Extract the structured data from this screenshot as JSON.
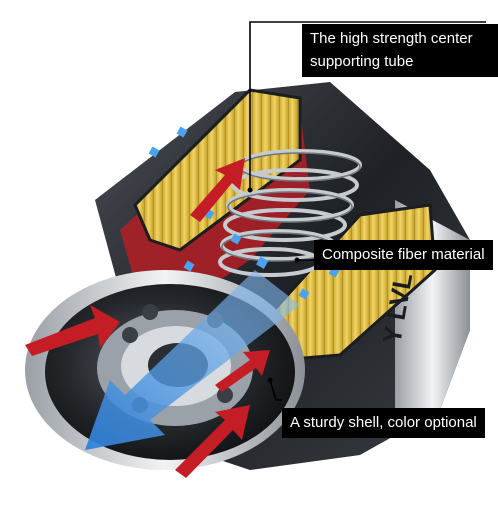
{
  "figure": {
    "subject": "oil-filter-cutaway",
    "colors": {
      "background": "#ffffff",
      "callout_bg": "#000000",
      "callout_text": "#ffffff",
      "filter_media": "#e6c64a",
      "spring": "#b9bec4",
      "shell": "#2a2d31",
      "oil_in_arrow": "#c41d25",
      "oil_out_arrow": "#3d8fe0"
    }
  },
  "callouts": {
    "center_tube": "The high strength center supporting tube",
    "fiber_material": "Composite fiber material",
    "shell": "A sturdy shell, color optional"
  },
  "shell_text": "Y LVL"
}
